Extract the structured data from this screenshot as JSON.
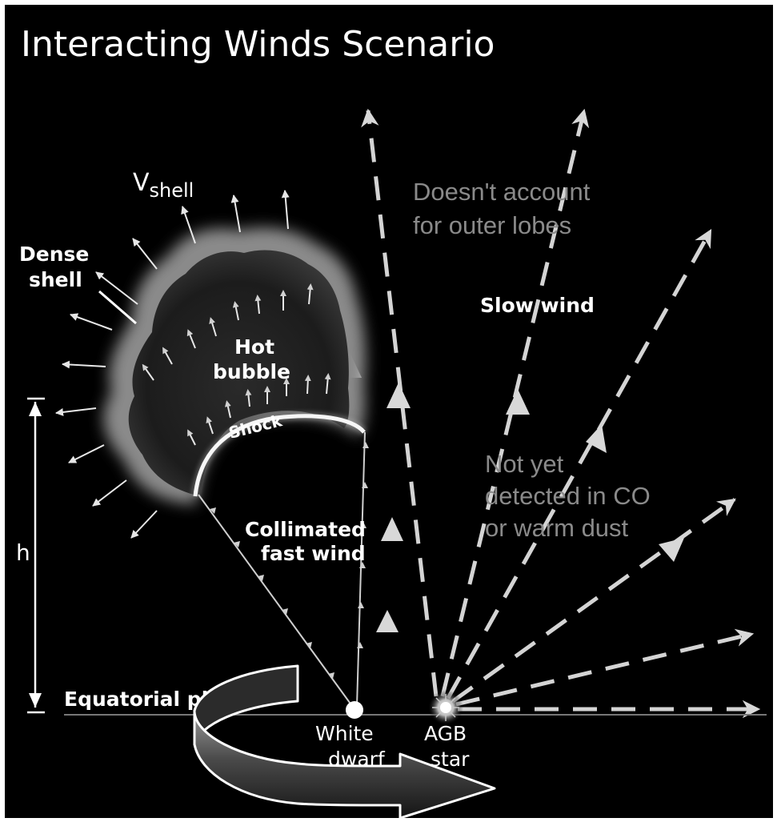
{
  "title": "Interacting Winds Scenario",
  "labels": {
    "v_shell_main": "V",
    "v_shell_sub": "shell",
    "dense_shell_1": "Dense",
    "dense_shell_2": "shell",
    "hot_bubble_1": "Hot",
    "hot_bubble_2": "bubble",
    "shock": "Shock",
    "collimated_1": "Collimated",
    "collimated_2": "fast wind",
    "slow_wind": "Slow wind",
    "h": "h",
    "equatorial": "Equatorial pl",
    "white_dwarf_1": "White",
    "white_dwarf_2": "dwarf",
    "agb_1": "AGB",
    "agb_2": "star"
  },
  "notes": {
    "outer_lobes_1": "Doesn't account",
    "outer_lobes_2": "for outer lobes",
    "not_detected_1": "Not yet",
    "not_detected_2": "detected in CO",
    "not_detected_3": "or warm dust"
  }
}
